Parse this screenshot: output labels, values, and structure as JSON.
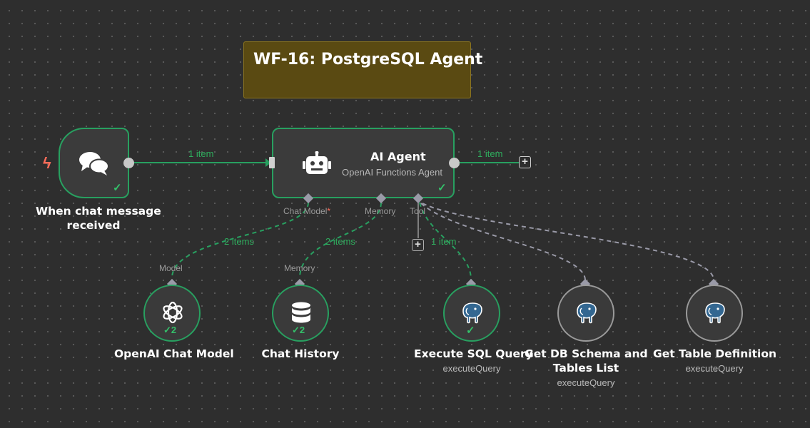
{
  "sticky": {
    "title": "WF-16: PostgreSQL Agent"
  },
  "trigger": {
    "label_line1": "When chat message",
    "label_line2": "received"
  },
  "agent": {
    "title": "AI Agent",
    "subtitle": "OpenAI Functions Agent"
  },
  "ports": {
    "chat_model": "Chat Model",
    "required_mark": "*",
    "memory": "Memory",
    "tool": "Tool",
    "model": "Model",
    "memory_in": "Memory"
  },
  "connections": {
    "trigger_to_agent": "1 item",
    "agent_out": "1 item",
    "model_link": "2 items",
    "memory_link": "2 items",
    "tool_link": "1 item"
  },
  "nodes": {
    "openai": {
      "label": "OpenAI Chat Model",
      "count": "2"
    },
    "history": {
      "label": "Chat History",
      "count": "2"
    },
    "sql": {
      "label": "Execute SQL Query",
      "sub": "executeQuery"
    },
    "schema": {
      "label_line1": "Get DB Schema and",
      "label_line2": "Tables List",
      "sub": "executeQuery"
    },
    "tabledef": {
      "label": "Get Table Definition",
      "sub": "executeQuery"
    }
  },
  "colors": {
    "success": "#28a060",
    "idle_border": "#9a9a9a",
    "sticky": "#5a4a12",
    "trigger_icon": "#ff6d5a"
  },
  "icons": [
    "lightning-icon",
    "chat-bubbles-icon",
    "robot-icon",
    "openai-icon",
    "database-icon",
    "postgres-elephant-icon",
    "check-icon",
    "plus-icon"
  ]
}
